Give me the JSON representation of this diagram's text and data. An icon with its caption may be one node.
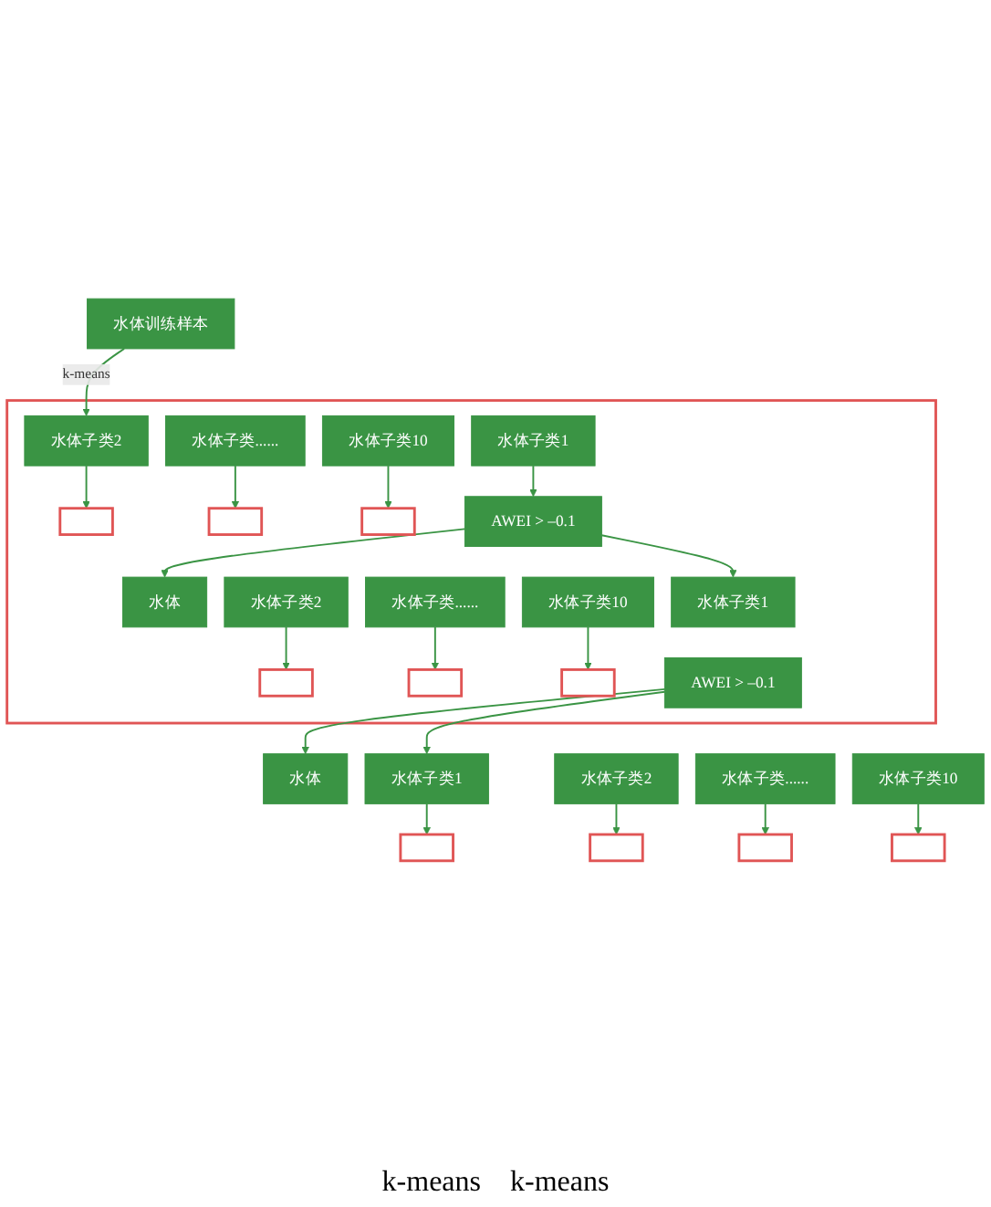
{
  "diagram": {
    "nodes": [
      {
        "text": [
          "水体训练样本"
        ]
      },
      {
        "text": [],
        "shape": "box"
      },
      {
        "text": [
          "水体子类1"
        ],
        "in": 1
      },
      {
        "text": [
          "水体子类2"
        ],
        "in": 1
      },
      {
        "text": [
          "水体子类......"
        ],
        "in": 1
      },
      {
        "text": [
          "水体子类10"
        ],
        "in": 1
      },
      {
        "text": [],
        "shape": "box",
        "in": 1
      },
      {
        "text": [],
        "shape": "box",
        "in": 1
      },
      {
        "text": [],
        "shape": "box",
        "in": 1
      },
      {
        "text": [
          "AWEI > –0.1"
        ],
        "in": 1
      },
      {
        "text": [
          "水体"
        ],
        "in": 1
      },
      {
        "text": [
          "水体子类1"
        ],
        "in": 1
      },
      {
        "text": [
          "水体子类2"
        ],
        "in": 1
      },
      {
        "text": [
          "水体子类......"
        ],
        "in": 1
      },
      {
        "text": [
          "水体子类10"
        ],
        "in": 1
      },
      {
        "text": [],
        "shape": "box",
        "in": 1
      },
      {
        "text": [],
        "shape": "box",
        "in": 1
      },
      {
        "text": [],
        "shape": "box",
        "in": 1
      },
      {
        "text": [
          "AWEI > –0.1"
        ],
        "in": 1
      },
      {
        "text": [
          "水体"
        ]
      },
      {
        "text": [
          "水体子类1"
        ]
      },
      {
        "text": [
          "水体子类2"
        ]
      },
      {
        "text": [
          "水体子类......"
        ]
      },
      {
        "text": [
          "水体子类10"
        ]
      },
      {
        "text": [],
        "shape": "box"
      },
      {
        "text": [],
        "shape": "box"
      },
      {
        "text": [],
        "shape": "box"
      },
      {
        "text": [],
        "shape": "box"
      }
    ],
    "edges": [
      {
        "from": 0,
        "to": 3,
        "arrow": "to",
        "label": "k-means"
      },
      {
        "from": 3,
        "to": 6,
        "arrow": "to"
      },
      {
        "from": 4,
        "to": 7,
        "arrow": "to"
      },
      {
        "from": 5,
        "to": 8,
        "arrow": "to"
      },
      {
        "from": 2,
        "to": 9,
        "arrow": "to"
      },
      {
        "from": 9,
        "to": 10,
        "arrow": "to"
      },
      {
        "from": 9,
        "to": 11,
        "arrow": "to"
      },
      {
        "from": 12,
        "to": 15,
        "arrow": "to"
      },
      {
        "from": 13,
        "to": 16,
        "arrow": "to"
      },
      {
        "from": 14,
        "to": 17,
        "arrow": "to"
      },
      {
        "from": 18,
        "to": 19,
        "arrow": "to"
      },
      {
        "from": 18,
        "to": 20,
        "arrow": "to"
      },
      {
        "from": 20,
        "to": 24,
        "arrow": "to"
      },
      {
        "from": 21,
        "to": 25,
        "arrow": "to"
      },
      {
        "from": 22,
        "to": 26,
        "arrow": "to"
      },
      {
        "from": 23,
        "to": 27,
        "arrow": "to"
      }
    ],
    "labels": [
      "k-means",
      "k-means"
    ]
  }
}
